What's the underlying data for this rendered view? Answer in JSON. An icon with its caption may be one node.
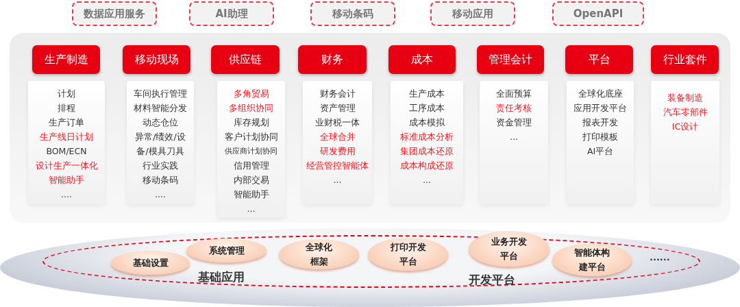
{
  "diagram": {
    "nodes": [
      {
        "text": [
          "数据应用服务"
        ]
      },
      {
        "text": [
          "AI助理"
        ]
      },
      {
        "text": [
          "移动条码"
        ]
      },
      {
        "text": [
          "移动应用"
        ]
      },
      {
        "text": [
          "OpenAPI"
        ]
      },
      {
        "text": [],
        "shape": "box"
      },
      {
        "text": [
          "生产制造"
        ],
        "in": 5
      },
      {
        "text": [
          "计划",
          "排程",
          "生产订单",
          "生产线日计划",
          "BOM/ECN",
          "设计生产一体化",
          "智能助手",
          "...."
        ],
        "in": 5
      },
      {
        "text": [
          "移动现场"
        ],
        "in": 5
      },
      {
        "text": [
          "车间执行管理",
          "材料智能分发",
          "动态仓位",
          "异常/绩效/设备/模具刀具",
          "行业实践",
          "移动条码",
          "...."
        ],
        "in": 5
      },
      {
        "text": [
          "供应链"
        ],
        "in": 5
      },
      {
        "text": [
          "多角贸易",
          "多组织协同",
          "库存规划",
          "客户计划协同",
          "供应商计划协同",
          "信用管理",
          "内部交易",
          "智能助手",
          "..."
        ],
        "in": 5
      },
      {
        "text": [
          "财务"
        ],
        "in": 5
      },
      {
        "text": [
          "财务会计",
          "资产管理",
          "业财税一体",
          "全球合并",
          "研发费用",
          "经营管控智能体",
          "..."
        ],
        "in": 5
      },
      {
        "text": [
          "成本"
        ],
        "in": 5
      },
      {
        "text": [
          "生产成本",
          "工序成本",
          "成本模拟",
          "标准成本分析",
          "集团成本还原",
          "成本构成还原",
          "..."
        ],
        "in": 5
      },
      {
        "text": [
          "管理会计"
        ],
        "in": 5
      },
      {
        "text": [
          "全面预算",
          "责任考核",
          "资金管理",
          "..."
        ],
        "in": 5
      },
      {
        "text": [
          "平台"
        ],
        "in": 5
      },
      {
        "text": [
          "全球化底座",
          "应用开发平台",
          "报表开发",
          "打印模板",
          "AI平台"
        ],
        "in": 5
      },
      {
        "text": [
          "行业套件"
        ],
        "in": 5
      },
      {
        "text": [
          "装备制造",
          "汽车零部件",
          "IC设计"
        ],
        "in": 5
      },
      {
        "text": [],
        "shape": "ellipse"
      },
      {
        "text": [
          "基础应用",
          "开发平台"
        ],
        "in": 22
      },
      {
        "text": [
          "基础设置"
        ],
        "in": 23
      },
      {
        "text": [
          "系统管理"
        ],
        "in": 23
      },
      {
        "text": [
          "全球化框架"
        ],
        "in": 23
      },
      {
        "text": [
          "打印开发平台"
        ],
        "in": 23
      },
      {
        "text": [
          "业务开发平台"
        ],
        "in": 23
      },
      {
        "text": [
          "智能体构建平台"
        ],
        "in": 23
      }
    ],
    "edges": [],
    "labels": [
      "......"
    ]
  }
}
